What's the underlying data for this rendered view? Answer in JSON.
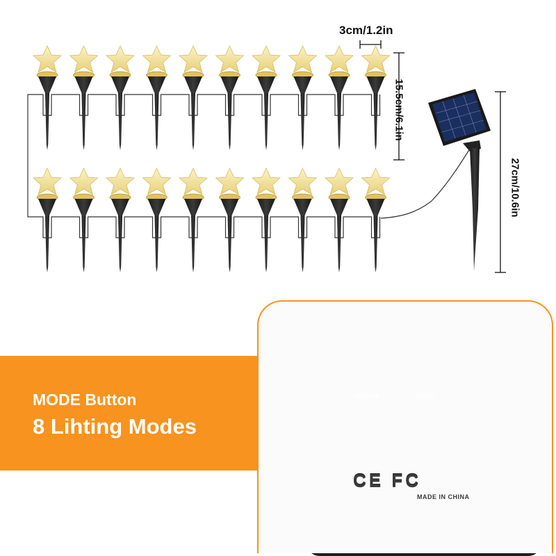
{
  "dimensions": {
    "light_spacing": "3cm/1.2in",
    "stake_height": "15.5cm/6.1in",
    "panel_stake_height": "27cm/10.6in"
  },
  "promo": {
    "line1": "MODE Button",
    "line2": "8 Lihting Modes",
    "band_color": "#f7931e"
  },
  "control_box": {
    "onoff_label": "ON/OFF",
    "mode_label": "MODE",
    "power_button_color": "#e8202a",
    "mode_button_color": "#2fae4a",
    "cert_marks": "CE FC",
    "made_in": "MADE IN CHINA"
  },
  "product": {
    "light_rows": 2,
    "lights_per_row": 10,
    "star_color": "#f6e7a6",
    "stake_color": "#2a2a2a",
    "icons": [
      "star-light-icon",
      "solar-panel-icon",
      "power-icon",
      "gear-icon",
      "recycle-icon",
      "wheelie-bin-icon",
      "screw-icon"
    ]
  }
}
